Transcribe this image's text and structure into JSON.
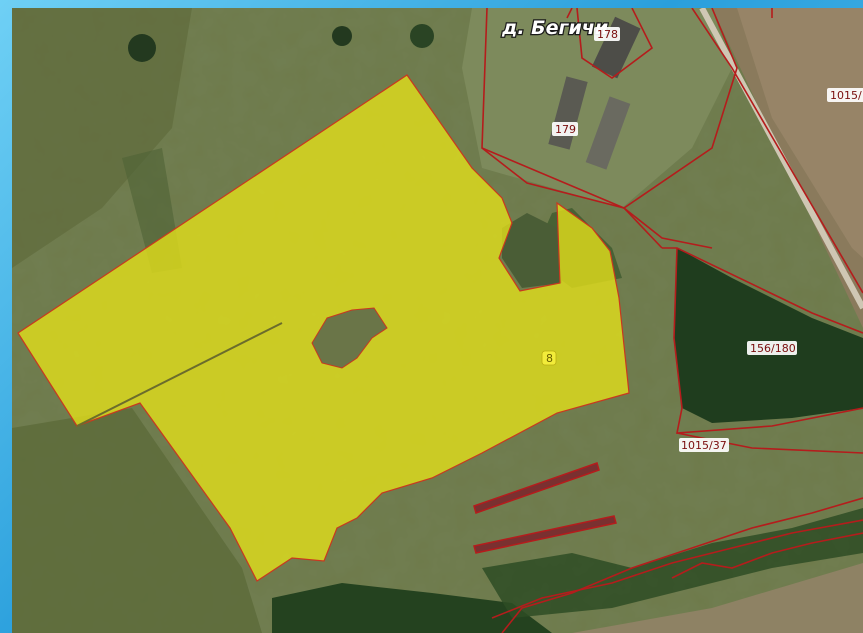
{
  "map": {
    "village_label": "д. Бегичи",
    "colors": {
      "highlight_fill": "#e6e21a",
      "boundary": "#b51c1c",
      "field_light": "#7c8a55",
      "forest": "#1f3d1e",
      "road": "#cfc7b4",
      "frame": "#2a9fdc"
    },
    "parcel_labels": {
      "p178": "178",
      "p179": "179",
      "p1015_top": "1015/",
      "p156_180": "156/180",
      "p1015_37": "1015/37",
      "p8": "8"
    },
    "highlighted_parcel": "8"
  }
}
